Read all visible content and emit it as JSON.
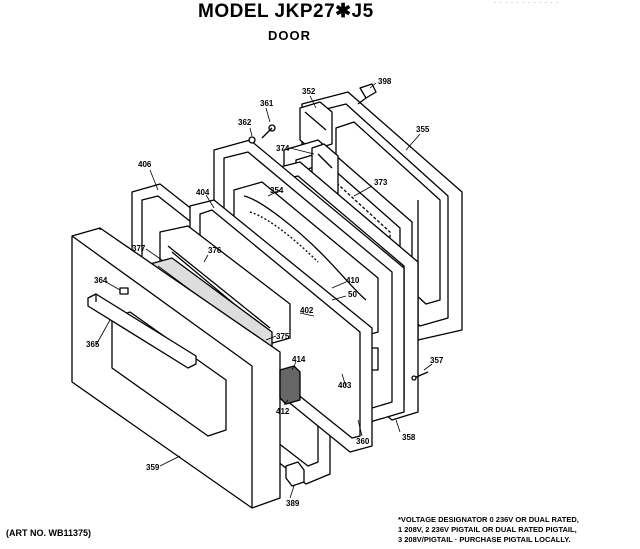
{
  "header": {
    "title": "MODEL JKP27✱J5",
    "subtitle": "DOOR",
    "corner_text": "· · · · · · · · · · · ·"
  },
  "art_number": "(ART NO. WB11375)",
  "footnote": [
    "*VOLTAGE DESIGNATOR 0  236V OR DUAL RATED,",
    "1  208V, 2  236V  PIGTAIL OR DUAL RATED PIGTAIL,",
    "3  208V/PIGTAIL · PURCHASE PIGTAIL LOCALLY."
  ],
  "part_labels": {
    "p398": "398",
    "p352": "352",
    "p361": "361",
    "p355": "355",
    "p362": "362",
    "p374": "374",
    "p406": "406",
    "p373": "373",
    "p354": "354",
    "p404": "404",
    "p377": "377",
    "p376": "376",
    "p364": "364",
    "p410": "410",
    "p50": "50",
    "p402": "402",
    "p375": "375",
    "p365": "365",
    "p357": "357",
    "p414": "414",
    "p403": "403",
    "p412": "412",
    "p360": "360",
    "p358": "358",
    "p359": "359",
    "p389": "389"
  }
}
